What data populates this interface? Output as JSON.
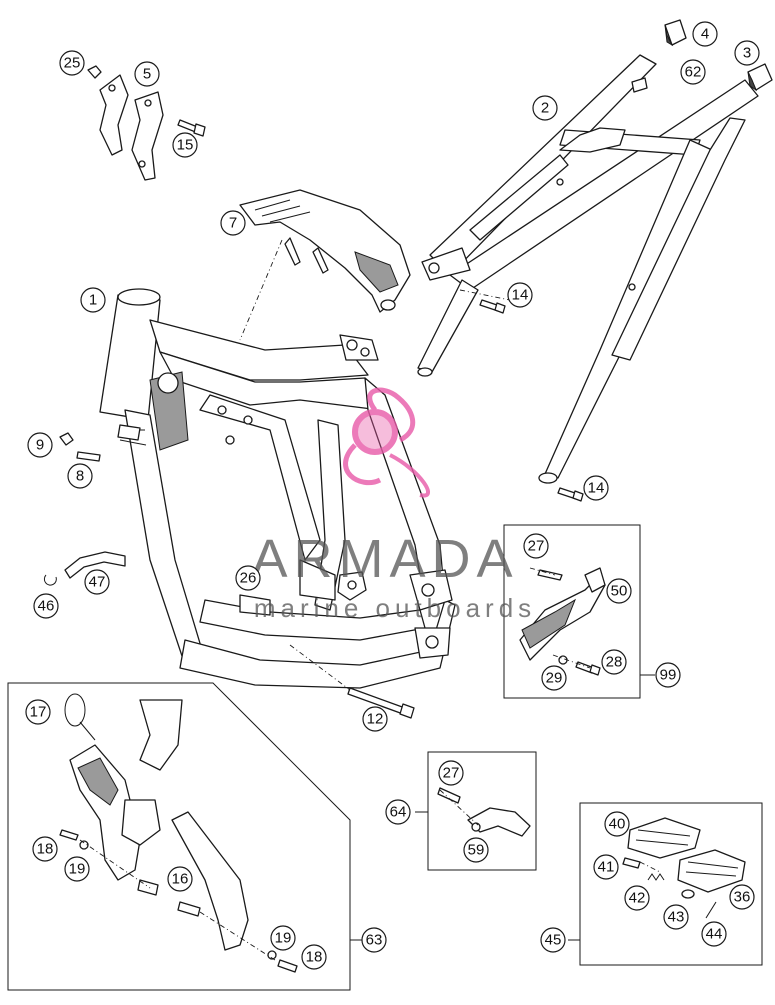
{
  "watermark": {
    "brand": "ARMADA",
    "tagline": "marine outboards",
    "logo_color": "#e85aa8"
  },
  "callouts": [
    {
      "id": "c1",
      "label": "1"
    },
    {
      "id": "c2",
      "label": "2"
    },
    {
      "id": "c3",
      "label": "3"
    },
    {
      "id": "c4",
      "label": "4"
    },
    {
      "id": "c5",
      "label": "5"
    },
    {
      "id": "c7",
      "label": "7"
    },
    {
      "id": "c8",
      "label": "8"
    },
    {
      "id": "c9",
      "label": "9"
    },
    {
      "id": "c12",
      "label": "12"
    },
    {
      "id": "c14a",
      "label": "14"
    },
    {
      "id": "c14b",
      "label": "14"
    },
    {
      "id": "c15",
      "label": "15"
    },
    {
      "id": "c16",
      "label": "16"
    },
    {
      "id": "c17",
      "label": "17"
    },
    {
      "id": "c18a",
      "label": "18"
    },
    {
      "id": "c18b",
      "label": "18"
    },
    {
      "id": "c19a",
      "label": "19"
    },
    {
      "id": "c19b",
      "label": "19"
    },
    {
      "id": "c25",
      "label": "25"
    },
    {
      "id": "c26",
      "label": "26"
    },
    {
      "id": "c27a",
      "label": "27"
    },
    {
      "id": "c27b",
      "label": "27"
    },
    {
      "id": "c28",
      "label": "28"
    },
    {
      "id": "c29",
      "label": "29"
    },
    {
      "id": "c36",
      "label": "36"
    },
    {
      "id": "c40",
      "label": "40"
    },
    {
      "id": "c41",
      "label": "41"
    },
    {
      "id": "c42",
      "label": "42"
    },
    {
      "id": "c43",
      "label": "43"
    },
    {
      "id": "c44",
      "label": "44"
    },
    {
      "id": "c45",
      "label": "45"
    },
    {
      "id": "c46",
      "label": "46"
    },
    {
      "id": "c47",
      "label": "47"
    },
    {
      "id": "c50",
      "label": "50"
    },
    {
      "id": "c59",
      "label": "59"
    },
    {
      "id": "c62",
      "label": "62"
    },
    {
      "id": "c63",
      "label": "63"
    },
    {
      "id": "c64",
      "label": "64"
    },
    {
      "id": "c99",
      "label": "99"
    }
  ]
}
